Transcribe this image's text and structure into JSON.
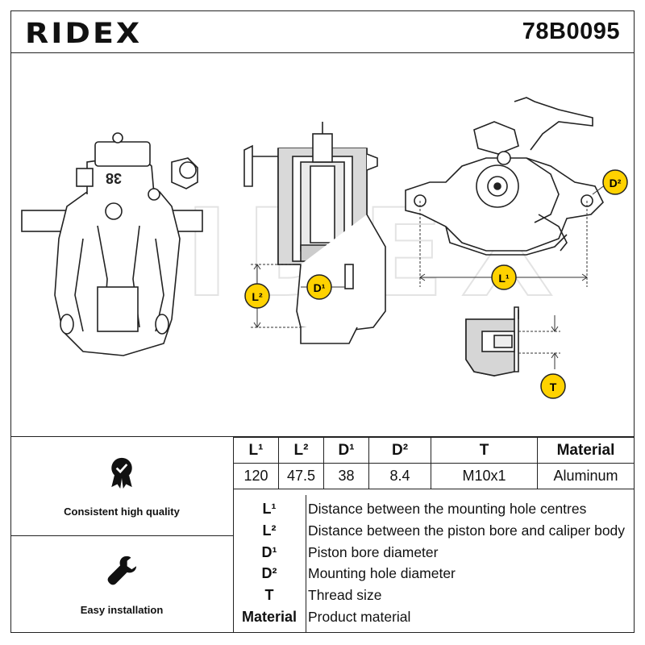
{
  "header": {
    "brand": "RIDEX",
    "part_number": "78B0095"
  },
  "drawing": {
    "label_l1": "L¹",
    "label_l2": "L²",
    "label_d1": "D¹",
    "label_d2": "D²",
    "label_t": "T",
    "stamp": "38",
    "watermark": "RIDEX"
  },
  "features": [
    {
      "label": "Consistent high quality",
      "icon": "quality-badge-icon"
    },
    {
      "label": "Easy installation",
      "icon": "wrench-icon"
    }
  ],
  "spec_table": {
    "headers": [
      "L¹",
      "L²",
      "D¹",
      "D²",
      "T",
      "Material"
    ],
    "values": [
      "120",
      "47.5",
      "38",
      "8.4",
      "M10x1",
      "Aluminum"
    ]
  },
  "legend": [
    {
      "symbol": "L¹",
      "text": "Distance between the mounting hole centres"
    },
    {
      "symbol": "L²",
      "text": "Distance between the piston bore and caliper body"
    },
    {
      "symbol": "D¹",
      "text": "Piston bore diameter"
    },
    {
      "symbol": "D²",
      "text": "Mounting hole diameter"
    },
    {
      "symbol": "T",
      "text": "Thread size"
    },
    {
      "symbol": "Material",
      "text": "Product material"
    }
  ],
  "colors": {
    "line": "#222222",
    "badge": "#111111",
    "background": "#ffffff",
    "watermark": "#e6e6e6"
  }
}
